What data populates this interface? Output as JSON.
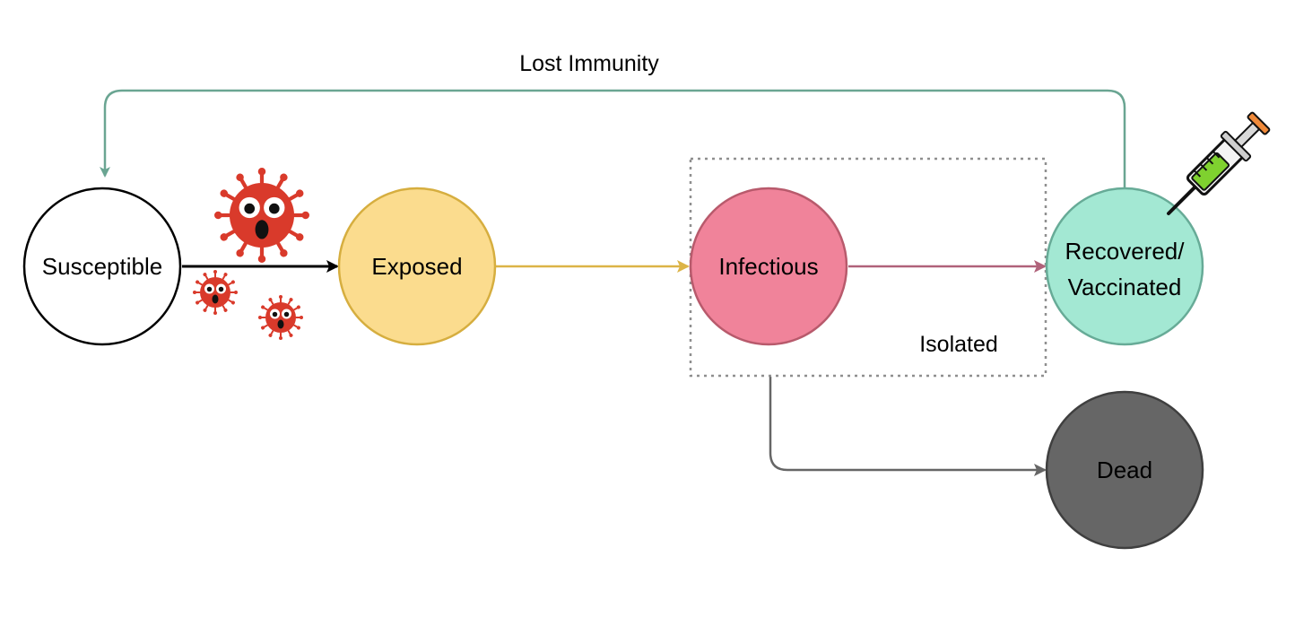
{
  "diagram": {
    "nodes": {
      "susceptible": {
        "label": "Susceptible",
        "fill": "#ffffff",
        "stroke": "#000000"
      },
      "exposed": {
        "label": "Exposed",
        "fill": "#fbdc8e",
        "stroke": "#d6ae3f"
      },
      "infectious": {
        "label": "Infectious",
        "fill": "#f0839a",
        "stroke": "#b85a6c"
      },
      "recovered": {
        "label_line1": "Recovered/",
        "label_line2": "Vaccinated",
        "fill": "#a3e8d3",
        "stroke": "#67ab97"
      },
      "dead": {
        "label": "Dead",
        "fill": "#666666",
        "stroke": "#3f3f3f"
      }
    },
    "edges": {
      "lost_immunity": {
        "label": "Lost Immunity",
        "color": "#6aa592"
      },
      "susceptible_to_exposed": {
        "color": "#000000"
      },
      "exposed_to_infectious": {
        "color": "#dcb447"
      },
      "infectious_to_recovered": {
        "color": "#b0627a"
      },
      "infectious_to_dead": {
        "color": "#666666"
      }
    },
    "groups": {
      "isolated": {
        "label": "Isolated",
        "stroke": "#8f8f8f"
      }
    },
    "icons": [
      "virus-icon",
      "syringe-icon"
    ],
    "colors": {
      "virus": "#d93a2b",
      "virus_eye": "#ffffff",
      "syringe_liquid": "#7fd12f",
      "syringe_cap": "#f08a3a"
    }
  }
}
